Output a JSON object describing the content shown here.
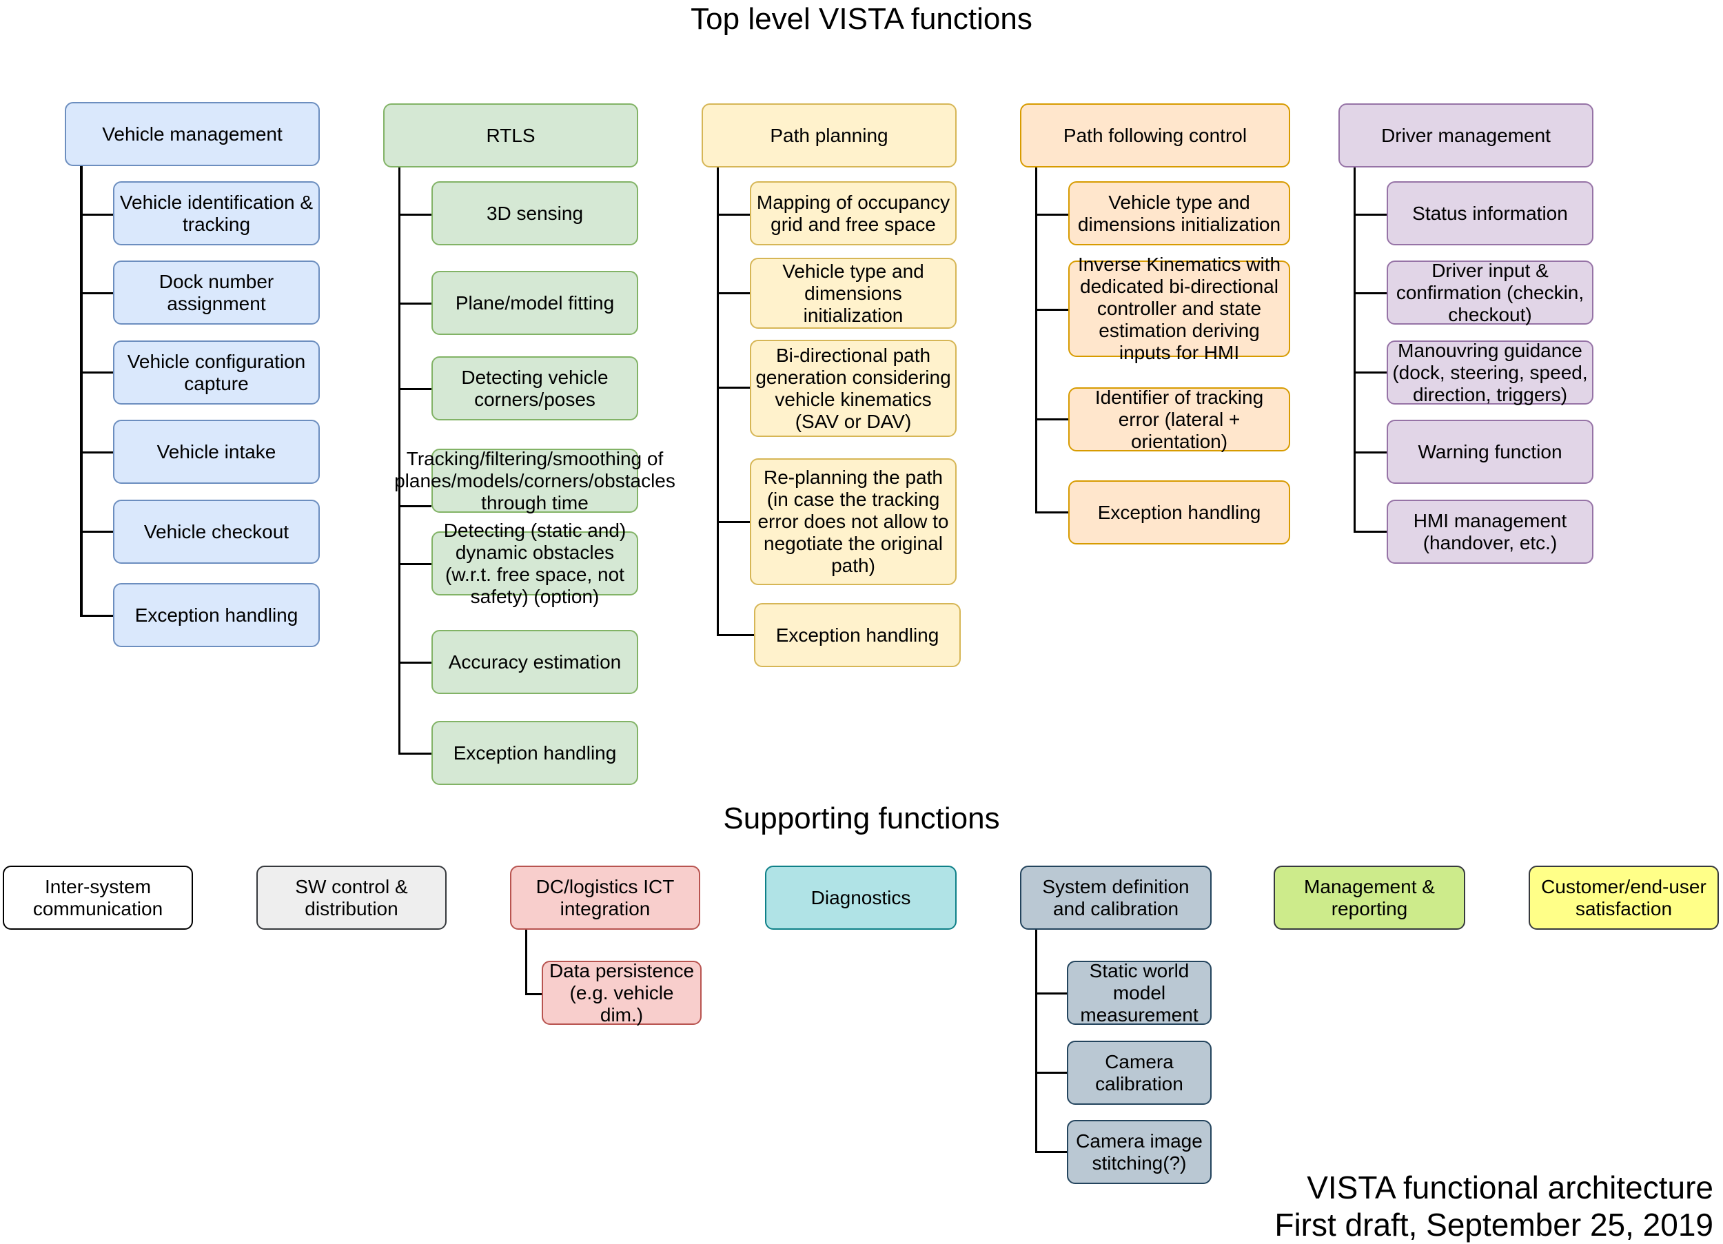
{
  "titles": {
    "top": "Top level VISTA functions",
    "supporting": "Supporting functions"
  },
  "caption": {
    "line1": "VISTA functional architecture",
    "line2": "First draft, September 25, 2019"
  },
  "top_columns": [
    {
      "header": "Vehicle management",
      "color": "#dae8fc",
      "children": [
        "Vehicle identification & tracking",
        "Dock number assignment",
        "Vehicle configuration capture",
        "Vehicle intake",
        "Vehicle checkout",
        "Exception handling"
      ]
    },
    {
      "header": "RTLS",
      "color": "#d5e8d4",
      "children": [
        "3D sensing",
        "Plane/model fitting",
        "Detecting vehicle corners/poses",
        "Tracking/filtering/smoothing of planes/models/corners/obstacles through time",
        "Detecting (static and) dynamic obstacles (w.r.t. free space, not safety) (option)",
        "Accuracy estimation",
        "Exception handling"
      ]
    },
    {
      "header": "Path planning",
      "color": "#fff2cc",
      "children": [
        "Mapping of occupancy grid and free space",
        "Vehicle type and dimensions initialization",
        "Bi-directional path generation considering vehicle kinematics (SAV or DAV)",
        "Re-planning the path (in case the tracking error does not allow to negotiate the original path)",
        "Exception handling"
      ]
    },
    {
      "header": "Path following control",
      "color": "#ffe6cc",
      "children": [
        "Vehicle type and dimensions initialization",
        "Inverse Kinematics with dedicated bi-directional controller and state estimation  deriving inputs for HMI",
        "Identifier of tracking error (lateral + orientation)",
        "Exception handling"
      ]
    },
    {
      "header": "Driver management",
      "color": "#e1d5e7",
      "children": [
        "Status information",
        "Driver input & confirmation (checkin, checkout)",
        "Manouvring guidance (dock, steering, speed, direction, triggers)",
        "Warning function",
        "HMI management (handover, etc.)"
      ]
    }
  ],
  "supporting": [
    {
      "label": "Inter-system communication",
      "color": "#ffffff",
      "children": []
    },
    {
      "label": "SW control & distribution",
      "color": "#eeeeee",
      "children": []
    },
    {
      "label": "DC/logistics ICT integration",
      "color": "#f8cecc",
      "children": [
        "Data persistence (e.g. vehicle dim.)"
      ]
    },
    {
      "label": "Diagnostics",
      "color": "#b0e3e6",
      "children": []
    },
    {
      "label": "System definition and calibration",
      "color": "#bac8d3",
      "children": [
        "Static world model measurement",
        "Camera calibration",
        "Camera image stitching(?)"
      ]
    },
    {
      "label": "Management & reporting",
      "color": "#cdeb8b",
      "children": []
    },
    {
      "label": "Customer/end-user satisfaction",
      "color": "#ffff88",
      "children": []
    }
  ]
}
